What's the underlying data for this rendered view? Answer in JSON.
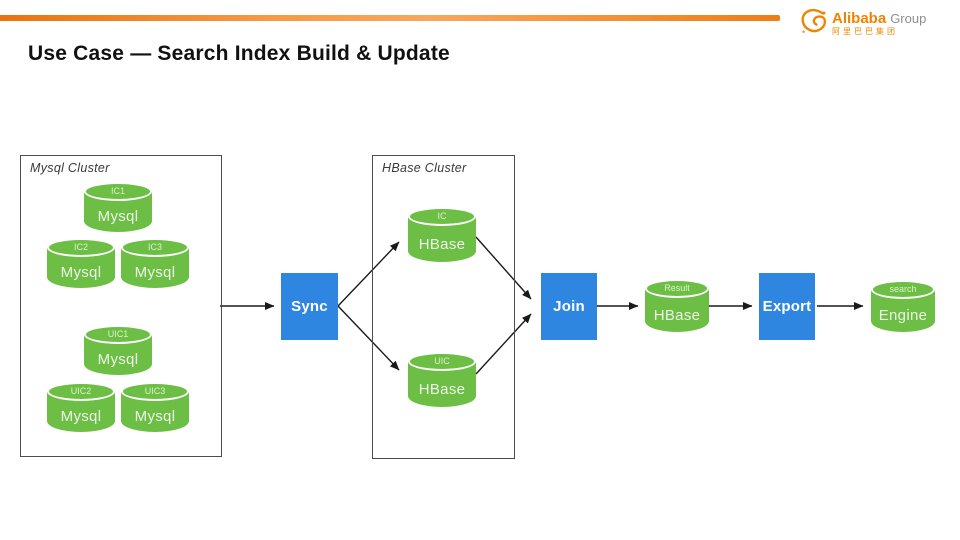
{
  "header": {
    "title": "Use Case — Search Index Build & Update",
    "logo": {
      "brand": "Alibaba",
      "suffix": "Group",
      "subtitle": "阿里巴巴集团"
    }
  },
  "clusters": {
    "mysql": {
      "label": "Mysql Cluster"
    },
    "hbase": {
      "label": "HBase Cluster"
    }
  },
  "cylinders": [
    {
      "top": "IC1",
      "name": "Mysql"
    },
    {
      "top": "IC2",
      "name": "Mysql"
    },
    {
      "top": "IC3",
      "name": "Mysql"
    },
    {
      "top": "UIC1",
      "name": "Mysql"
    },
    {
      "top": "UIC2",
      "name": "Mysql"
    },
    {
      "top": "UIC3",
      "name": "Mysql"
    },
    {
      "top": "IC",
      "name": "HBase"
    },
    {
      "top": "UIC",
      "name": "HBase"
    },
    {
      "top": "Result",
      "name": "HBase"
    },
    {
      "top": "search",
      "name": "Engine"
    }
  ],
  "boxes": [
    {
      "label": "Sync"
    },
    {
      "label": "Join"
    },
    {
      "label": "Export"
    }
  ],
  "colors": {
    "accent_orange": "#ED7D31",
    "db_green": "#6CBE45",
    "process_blue": "#2F86E0",
    "arrow_black": "#1A1A1A"
  }
}
